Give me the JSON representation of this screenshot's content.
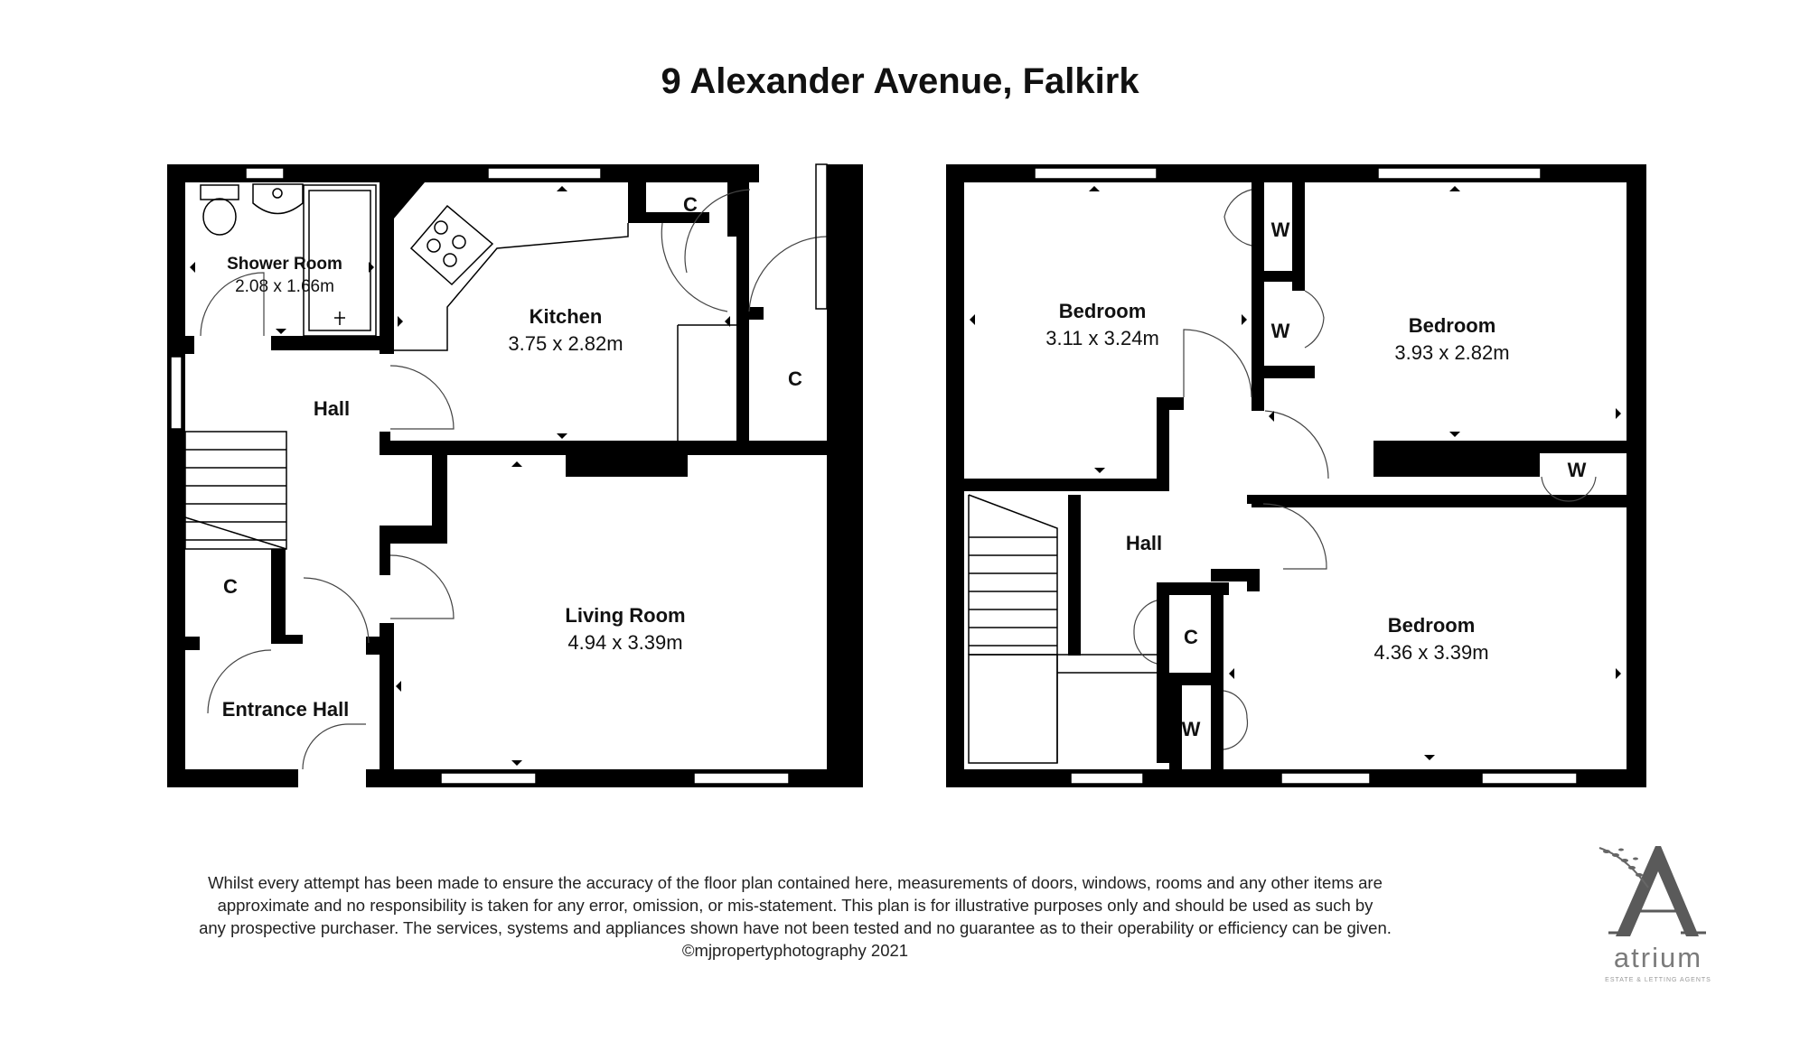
{
  "title": "9 Alexander Avenue, Falkirk",
  "ground_floor": {
    "shower_room": {
      "name": "Shower Room",
      "dims": "2.08 x 1.66m"
    },
    "kitchen": {
      "name": "Kitchen",
      "dims": "3.75 x 2.82m"
    },
    "hall": {
      "name": "Hall"
    },
    "living_room": {
      "name": "Living Room",
      "dims": "4.94 x 3.39m"
    },
    "entrance_hall": {
      "name": "Entrance Hall"
    },
    "cupboard_top": "C",
    "cupboard_right": "C",
    "cupboard_stairs": "C"
  },
  "first_floor": {
    "bedroom_1": {
      "name": "Bedroom",
      "dims": "3.11 x 3.24m"
    },
    "bedroom_2": {
      "name": "Bedroom",
      "dims": "3.93 x 2.82m"
    },
    "bedroom_3": {
      "name": "Bedroom",
      "dims": "4.36 x 3.39m"
    },
    "hall": {
      "name": "Hall"
    },
    "wardrobe_top": "W",
    "wardrobe_mid": "W",
    "wardrobe_right": "W",
    "wardrobe_bottom": "W",
    "cupboard": "C"
  },
  "disclaimer": [
    "Whilst every attempt has been made to ensure the accuracy of the floor plan contained here, measurements of doors, windows, rooms and any other items are",
    "approximate and no responsibility is taken for any error, omission, or mis-statement. This plan is for illustrative purposes only and should be used as such by",
    "any prospective purchaser. The services, systems and appliances shown have not been tested and no guarantee as to their operability or efficiency can be given.",
    "©mjpropertyphotography 2021"
  ],
  "logo": {
    "name": "atrium",
    "tagline": "ESTATE & LETTING AGENTS",
    "icon": "letter-a-with-leaves-icon"
  },
  "colors": {
    "wall": "#000000",
    "text": "#111111",
    "logo": "#7b7b7b"
  }
}
